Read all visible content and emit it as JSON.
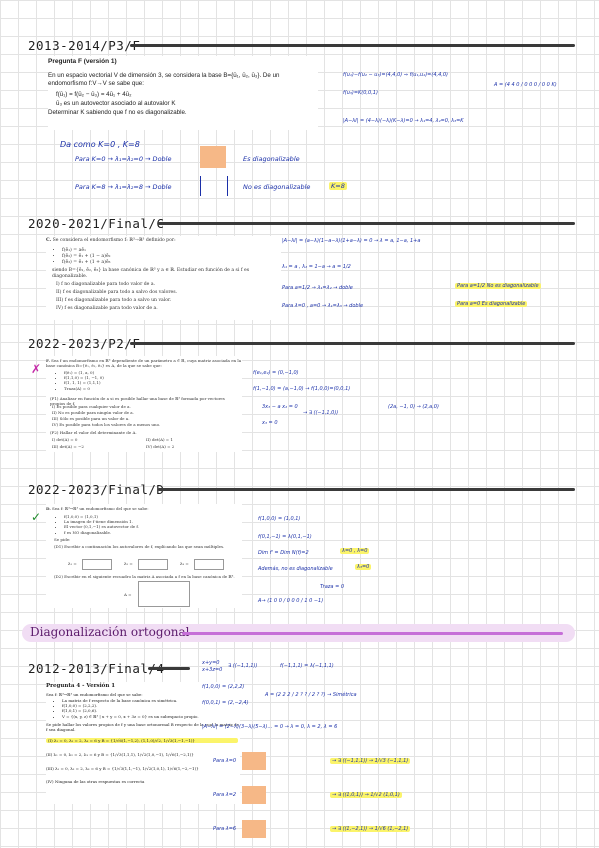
{
  "headings": {
    "h1": "2013-2014/P3/F",
    "h2": "2020-2021/Final/C",
    "h3": "2022-2023/P2/F",
    "h4": "2022-2023/Final/D",
    "banner": "Diagonalización ortogonal",
    "h5": "2012-2013/Final/4"
  },
  "s1": {
    "title": "Pregunta F (versión 1)",
    "p1": "En un espacio vectorial V de dimensión 3, se considera la base B={ū₁, ū₂, ū₃}. De un endomorfismo f:V→V se sabe que:",
    "b1": "f(ū₁) = f(ū₂ − ū₃) = 4ū₁ + 4ū₂",
    "b2": "ū₃ es un autovector asociado al autovalor K",
    "p2": "Determinar K sabiendo que f no es diagonalizable.",
    "hw_r1": "f(u₁)−f(u₂ − u₃)=(4,4,0)  ⇒ f(u₁,u₂)=(4,4,0)",
    "hw_r2": "f(u₃)=K(0,0,1)",
    "hw_r3": "A = (4 4 0 / 0 0 0 / 0 0 K)",
    "hw_r4": "|A−λI| = (4−λ)(−λ)(K−λ)=0 → λ₁=4, λ₂=0, λ₃=K",
    "hw_l1": "Da como K=0 , K=8",
    "hw_l2": "Para K=0 → λ₁=λ₂=0 → Doble",
    "hw_l2r": "Es diagonalizable",
    "hw_l3": "Para K=8 → λ₁=λ₂=8 → Doble",
    "hw_l3r": "No es diagonalizable",
    "hw_l3k": "K=8"
  },
  "s2": {
    "label": "C.",
    "intro": "Se considera el endomorfismo f: ℝ³→ℝ³ definido por:",
    "items": [
      "f(ē₁) = aē₁",
      "f(ē₂) = ē₁ + (1 − a)ē₂",
      "f(ē₃) = ē₁ + (1 + a)ē₃"
    ],
    "basis": "siendo B={ē₁, ē₂, ē₃} la base canónica de ℝ³ y a ∈ ℝ. Estudiar en función de a si f es diagonalizable.",
    "opts": [
      "I) f no diagonalizable para todo valor de a.",
      "II) f es diagonalizable para todo a salvo dos valores.",
      "III) f es diagonalizable para todo a salvo un valor.",
      "IV) f es diagonalizable para todo valor de a."
    ],
    "hw1": "|A−λI| = (a−λ)(1−a−λ)(1+a−λ) = 0  →  λ = a, 1−a, 1+a",
    "hw2": "λ₁ = a , λ₂ = 1−a  →  a = 1/2",
    "hw3": "Para a=1/2 → λ₁=λ₂ → doble",
    "hw3r": "Para a=1/2 No es diagonalizable",
    "hw4": "Para λ=0 , a=0 → λ₁=λ₃ → doble",
    "hw4r": "Para a=0 Es diagonalizable"
  },
  "s3": {
    "label": "F.",
    "intro": "Sea f un endomorfismo en ℝ³ dependiente de un parámetro a ∈ ℝ, cuya matriz asociada en la base canónica B={ē₁, ē₂, ē₃} es A, de la que se sabe que:",
    "items": [
      "f(ē₁) = (1, a, 0)",
      "f(1,1,0) = (1, −1, 0)",
      "f(1, 1, 1) = (1,1,1)",
      "Traza(A) = 0"
    ],
    "q1": "(F1) Analizar en función de a si es posible hallar una base de ℝ³ formada por vectores propios de f.",
    "opts": [
      "I) Es posible para cualquier valor de a.",
      "II) No es posible para ningún valor de a.",
      "III) Sólo es posible para un valor de a.",
      "IV) Es posible para todos los valores de a menos uno."
    ],
    "q2": "(F2) Hallar el valor del determinante de A.",
    "det": [
      "I) det(A) = 0",
      "II) det(A) = 1",
      "III) det(A) = −2",
      "IV) det(A) = 2"
    ],
    "hw1": "f(e₁,e₂) = (0,−1,0)",
    "hw2": "f(1,−1,0) = (a,−1,0) → f(1,0,0)=(0,0,1)",
    "hw3": "3x₃ − a x₂ = 0",
    "hw4": "x₃ = 0",
    "hw5": "→ ∃ ((−1,1,0))",
    "hw6": "(2a, −1, 0) → (2,a,0)"
  },
  "s4": {
    "label": "D.",
    "intro": "Sea f: ℝ³→ℝ³ un endomorfismo del que se sabe:",
    "items": [
      "f(1,0,0) = (1,0,1)",
      "La imagen de f tiene dimensión 1.",
      "El vector (0,1,−1) es autovector de f.",
      "f es NO diagonalizable."
    ],
    "ask": "Se pide:",
    "q1": "(D1) Escribir a continuación los autovalores de f, explícando las que sean múltiples.",
    "lbl1": "λ₁ =",
    "lbl2": "λ₂ =",
    "lbl3": "λ₃ =",
    "q2": "(D2) Escribir en el siguiente recuadro la matriz A asociada a f en la base canónica de ℝ³.",
    "lblA": "A =",
    "hw1": "f(1,0,0) = (1,0,1)",
    "hw2": "f(0,1,−1) = λ(0,1,−1)",
    "hw3": "Dim f' = Dim N(f)=2",
    "hw3r": "λ=0 , λ=0",
    "hw4": "Además, no es diagonalizable",
    "hw4r": "λ₃=0",
    "hw5": "Traza = 0",
    "hw6": "A→ (1 0 0 / 0 0 0 / 1 0 −1)"
  },
  "s5": {
    "title": "Pregunta 4 - Versión 1",
    "intro": "Sea f: ℝ³→ℝ³ un endomorfismo del que se sabe:",
    "items": [
      "La matriz de f respecto de la base canónica es simétrica.",
      "f(1,0,0) = (2,2,2).",
      "f(1,0,1) = (2,0,6).",
      "V = {(x, y, z) ∈ ℝ³ | x + y = 0, x + 3z = 0} es un subespacio propio."
    ],
    "ask": "Se pide hallar los valores propios de f y una base ortonormal B respecto de la cual la matriz de f sea diagonal.",
    "opts": [
      "(I) λ₁ = 0, λ₂ = 2, λ₃ = 6 y B = {1/√6(1,−1,2), (1,1,0)/√2, 1/√3(1,−1,−1)}",
      "(II) λ₁ = 0, λ₂ = 2, λ₃ = 6 y B = {1/√3(1,1,1), 1/√2(1,0,−1), 1/√6(1,−2,1)}",
      "(III) λ₁ = 0, λ₂ = 2, λ₃ = 6 y B = {1/√3(1,1,−1), 1/√2(1,0,1), 1/√6(1,−2,−1)}",
      "(IV) Ninguna de las otras respuestas es correcta"
    ],
    "hw1": "x+y=0",
    "hw1b": "x+3z=0",
    "hw2": "∃ ((−1,1,1))",
    "hw3": "f(−1,1,1) = λ(−1,1,1)",
    "hw4": "f(1,0,0) = (2,2,2)",
    "hw5": "f(0,0,1) = (2,−2,4)",
    "hw6": "A = (2 2 2 / 2 ? ? / 2 ? ?) → Simétrica",
    "hw7": "|A−λI| = (2−λ)(3−λ)(5−λ)… = 0  →  λ = 0, λ = 2, λ = 6",
    "hw8": "Para λ=0",
    "hw8r": "→ ∃ ((−1,1,1)) → 1/√3 (−1,1,1)",
    "hw9": "Para λ=2",
    "hw9r": "→ ∃ ((1,0,1)) → 1/√2 (1,0,1)",
    "hw10": "Para λ=6",
    "hw10r": "→ ∃ ((1,−2,1)) → 1/√6 (1,−2,1)"
  },
  "marks": {
    "cross": "✗",
    "check": "✓"
  }
}
